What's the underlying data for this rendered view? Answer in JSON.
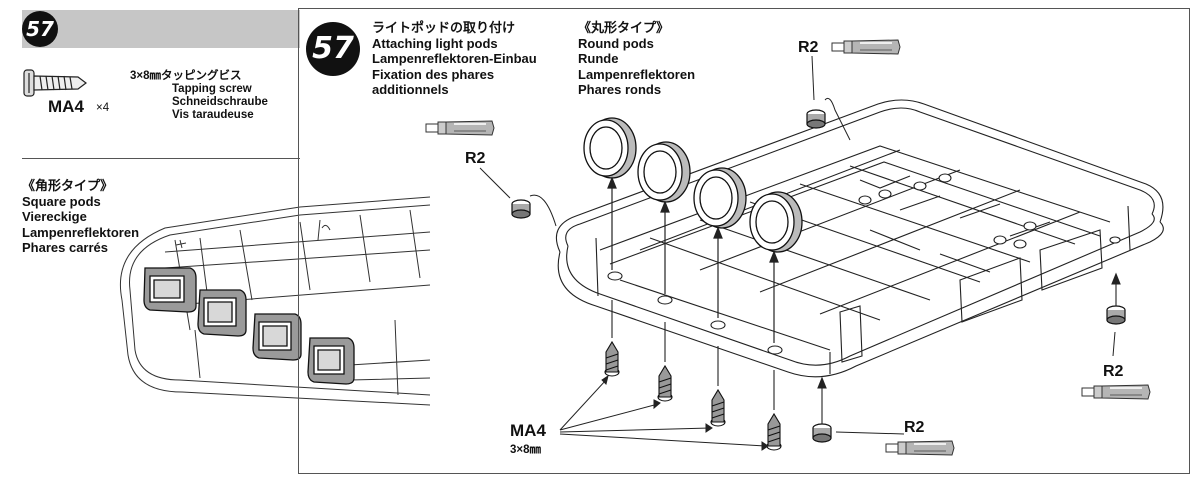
{
  "left_panel": {
    "step_number": "57",
    "screw_part": "MA4",
    "screw_qty": "×4",
    "screw_size": "3×8㎜タッピングビス",
    "screw_names": [
      "Tapping screw",
      "Schneidschraube",
      "Vis taraudeuse"
    ],
    "square_pods": [
      "《角形タイプ》",
      "Square pods",
      "Viereckige",
      "Lampenreflektoren",
      "Phares carrés"
    ]
  },
  "main_panel": {
    "step_number": "57",
    "title": [
      "ライトポッドの取り付け",
      "Attaching light pods",
      "Lampenreflektoren-Einbau",
      "Fixation des phares",
      "additionnels"
    ],
    "round_pods": [
      "《丸形タイプ》",
      "Round pods",
      "Runde",
      "Lampenreflektoren",
      "Phares ronds"
    ],
    "glue_label": "R2",
    "screw_label": "MA4",
    "screw_dim": "3×8㎜"
  }
}
